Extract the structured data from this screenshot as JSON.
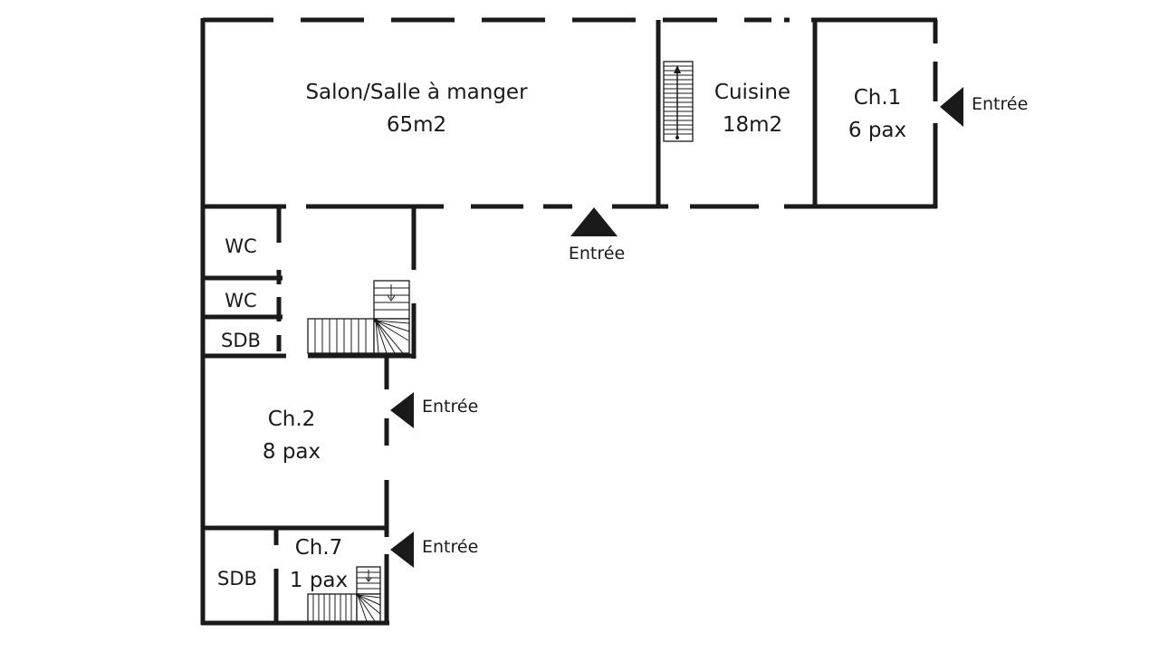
{
  "rooms": {
    "salon": {
      "name": "Salon/Salle à manger",
      "area": "65m2"
    },
    "cuisine": {
      "name": "Cuisine",
      "area": "18m2"
    },
    "ch1": {
      "name": "Ch.1",
      "capacity": "6 pax"
    },
    "wc1": {
      "name": "WC"
    },
    "wc2": {
      "name": "WC"
    },
    "sdb1": {
      "name": "SDB"
    },
    "ch2": {
      "name": "Ch.2",
      "capacity": "8 pax"
    },
    "ch7": {
      "name": "Ch.7",
      "capacity": "1 pax"
    },
    "sdb2": {
      "name": "SDB"
    }
  },
  "entrances": {
    "ch1": "Entrée",
    "main": "Entrée",
    "ch2": "Entrée",
    "ch7": "Entrée"
  },
  "colors": {
    "walls": "#1a1a1a",
    "background": "#ffffff"
  }
}
